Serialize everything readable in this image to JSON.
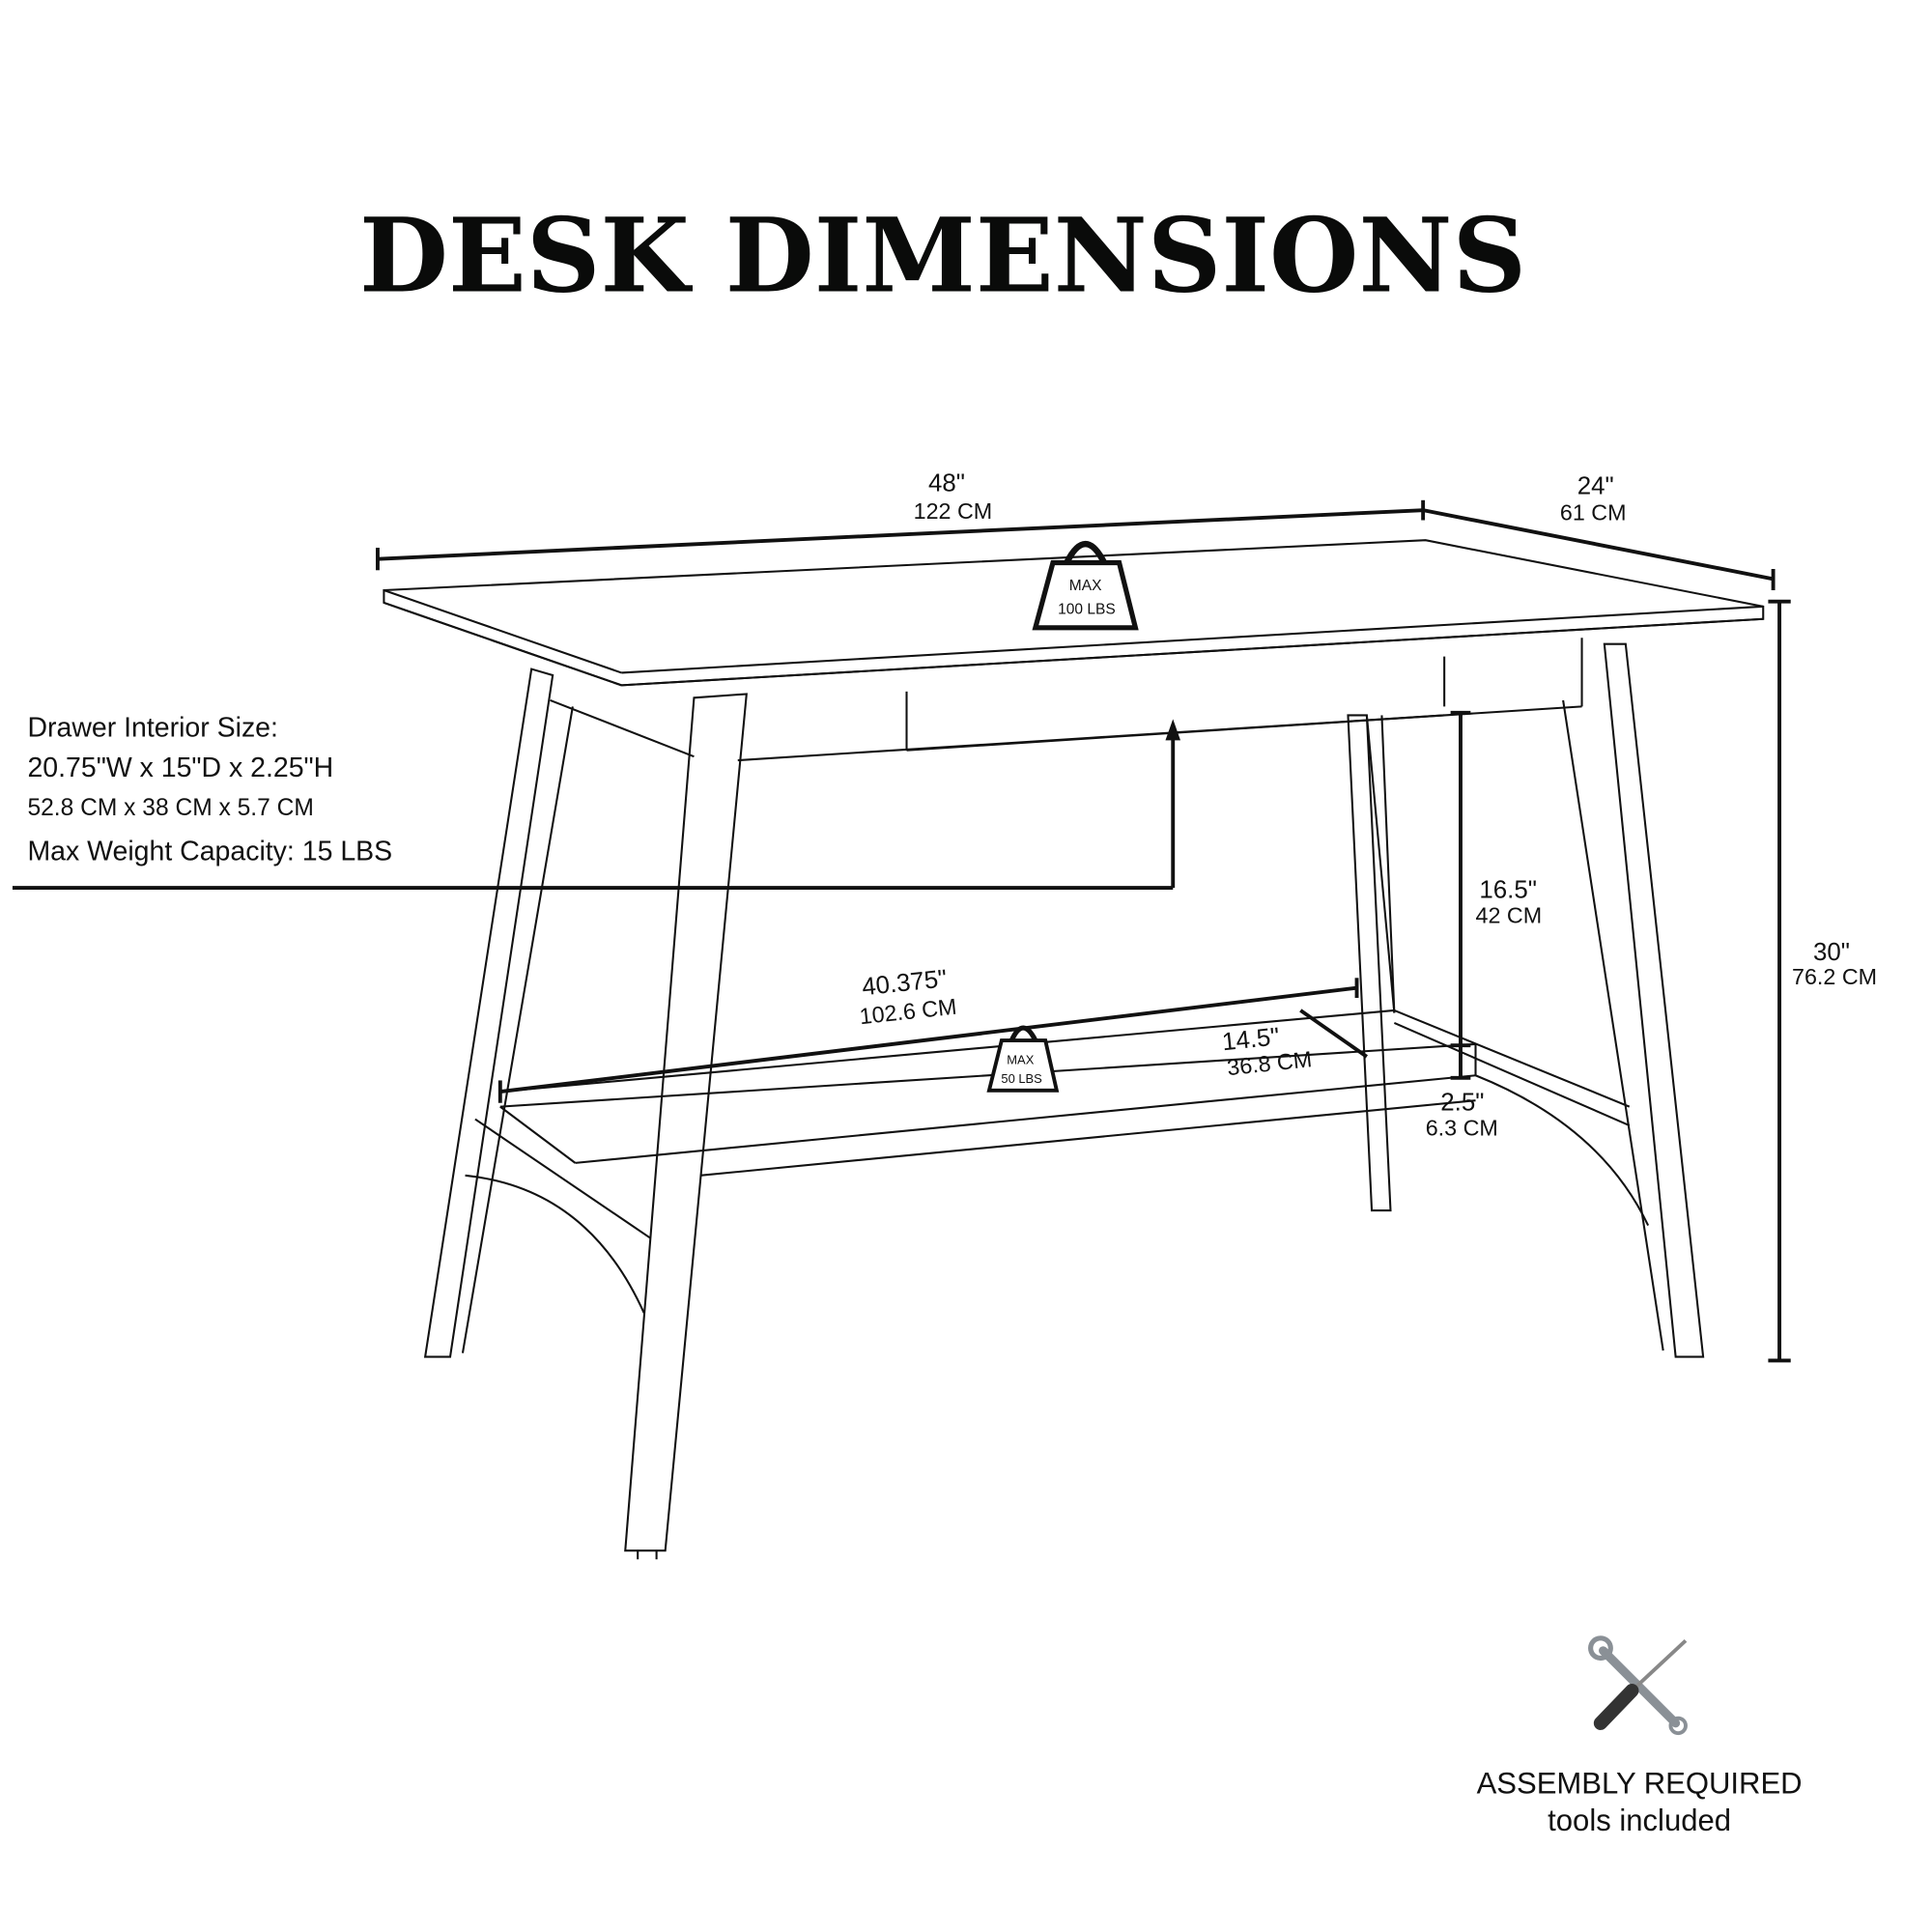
{
  "title": "DESK DIMENSIONS",
  "dimensions": {
    "width": {
      "in": "48\"",
      "cm": "122 CM"
    },
    "depth": {
      "in": "24\"",
      "cm": "61 CM"
    },
    "height": {
      "in": "30\"",
      "cm": "76.2 CM"
    },
    "shelf_clearance": {
      "in": "16.5\"",
      "cm": "42 CM"
    },
    "shelf_width": {
      "in": "40.375\"",
      "cm": "102.6 CM"
    },
    "shelf_depth": {
      "in": "14.5\"",
      "cm": "36.8 CM"
    },
    "shelf_thickness": {
      "in": "2.5\"",
      "cm": "6.3 CM"
    }
  },
  "weights": {
    "top": {
      "line1": "MAX",
      "line2": "100 LBS"
    },
    "shelf": {
      "line1": "MAX",
      "line2": "50 LBS"
    }
  },
  "drawer_note": {
    "heading": "Drawer Interior Size:",
    "imperial": "20.75\"W x 15\"D x 2.25\"H",
    "metric": "52.8 CM x 38 CM x 5.7 CM",
    "capacity": "Max Weight Capacity: 15 LBS"
  },
  "assembly": {
    "icon": "tools-icon",
    "line1": "ASSEMBLY REQUIRED",
    "line2": "tools included"
  }
}
